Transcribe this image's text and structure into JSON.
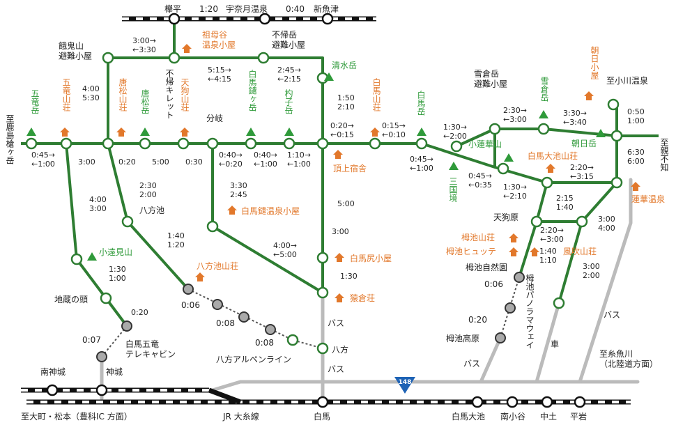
{
  "colors": {
    "trail": "#2e7d32",
    "road": "#bbbbbb",
    "peak": "#2f9a3a",
    "hut": "#e2782b",
    "text": "#222222",
    "station_rail": "#111111",
    "highway": "#1e63b5"
  },
  "stations_top": [
    "欅平",
    "宇奈月温泉",
    "新魚津"
  ],
  "times_top": [
    "1:20",
    "0:40"
  ],
  "stations_bottom": [
    "南神城",
    "神城",
    "白馬",
    "白馬大池",
    "南小谷",
    "中土",
    "平岩"
  ],
  "rail_line": "JR 大糸線",
  "destinations": {
    "left_bottom": "至大町・松本（豊科IC 方面）",
    "left_side": "至鹿島槍ヶ岳",
    "right_top": "至小川温泉",
    "right_side": "至親不知",
    "right_bottom": "至糸魚川\n（北陸道方面）"
  },
  "highway_number": "148",
  "peaks": {
    "goryu": "五竜岳",
    "karamatsu": "唐松岳",
    "shakushi": "杓子岳",
    "yarigatake": "白馬鑓ヶ岳",
    "shimizu": "清水岳",
    "hakuba": "白馬岳",
    "yukikura": "雪倉岳",
    "asahi": "朝日岳",
    "korenge": "小蓮華山",
    "sankoku": "三国境",
    "kotomi": "小遠見山"
  },
  "huts": {
    "goryu_sanso": "五竜山荘",
    "karamatsu_sanso": "唐松山荘",
    "tengu_sanso": "天狗山荘",
    "babadani": "祖母谷\n温泉小屋",
    "hakuba_sanso": "白馬山荘",
    "chojo": "頂上宿舎",
    "yarionsen": "白馬鑓温泉小屋",
    "hakubajiri": "白馬尻小屋",
    "sarukura": "猿倉荘",
    "happoike_sanso": "八方池山荘",
    "oike_sanso": "白馬大池山荘",
    "asahi_goya": "朝日小屋",
    "renge_onsen": "蓮華温泉",
    "tsugaike_sanso": "栂池山荘",
    "tsugaike_hutte": "栂池ヒュッテ",
    "kazefuki": "風吹山荘"
  },
  "places": {
    "gakiyama": "餓鬼山\n避難小屋",
    "kaerazu": "不帰岳\n避難小屋",
    "fukaeri": "不帰キレット",
    "bunki": "分岐",
    "happoike": "八方池",
    "jizo": "地蔵の頭",
    "tengubara": "天狗原",
    "tsugaike_shizen": "栂池自然園",
    "tsugaike_kogen": "栂池高原",
    "yukikura_hinan": "雪倉岳\n避難小屋",
    "happo": "八方"
  },
  "transit": {
    "telecabin": "白馬五竜\nテレキャビン",
    "alpen": "八方アルペンライン",
    "panorama": "栂池パノラマウェイ",
    "bus": "バス",
    "car": "車",
    "t_007": "0:07",
    "t_006a": "0:06",
    "t_008a": "0:08",
    "t_008b": "0:08",
    "t_006b": "0:06",
    "t_020": "0:20"
  },
  "times": {
    "gaki_babadani": "3:00→\n←3:30",
    "kaerazu_seg": "5:15→\n←4:15",
    "kaerazu_shimizu": "2:45→\n←2:15",
    "leftside": "0:45→\n←1:00",
    "goryu_gaki": "4:00\n5:30",
    "m1": "3:00",
    "m2": "0:20",
    "m3": "5:00",
    "m4": "0:30",
    "bunki_s": "0:40→\n←0:20",
    "s_sh": "0:40→\n←1:00",
    "sh_cross": "1:10→\n←1:00",
    "cross_hakuba": "0:20→\n←0:15",
    "hakuba_peak": "0:15→\n←0:10",
    "shimizu_cross": "1:50\n2:10",
    "kotomi_up": "4:00\n3:00",
    "kotomi_jizo": "1:30\n1:00",
    "jizo_tele": "0:20",
    "happo_up": "2:30\n2:00",
    "happo_down": "1:40\n1:20",
    "yari_down": "3:30\n2:45",
    "yari_sarukura": "4:00→\n←5:00",
    "hakubajiri_up": "5:00",
    "hakubajiri_down": "3:00",
    "saru_jiri": "1:30",
    "sankoku_in": "0:45→\n←1:00",
    "sankoku_yuki": "1:30→\n←2:00",
    "yuki_seg": "2:30→\n←3:00",
    "yuki_asahi": "3:30→\n←3:40",
    "asahi_up": "0:50\n1:00",
    "asahi_down": "6:30\n6:00",
    "korenge_oike": "0:45→\n←0:35",
    "oike_renge1": "1:30→\n←2:10",
    "oike_renge2": "2:20→\n←3:15",
    "tengu_oike": "2:15\n1:40",
    "tengu_kaze": "2:20→\n←3:00",
    "kaze_renge": "3:00\n4:00",
    "tsuga_tengu": "1:40\n1:10",
    "kaze_down": "3:00\n2:00"
  }
}
